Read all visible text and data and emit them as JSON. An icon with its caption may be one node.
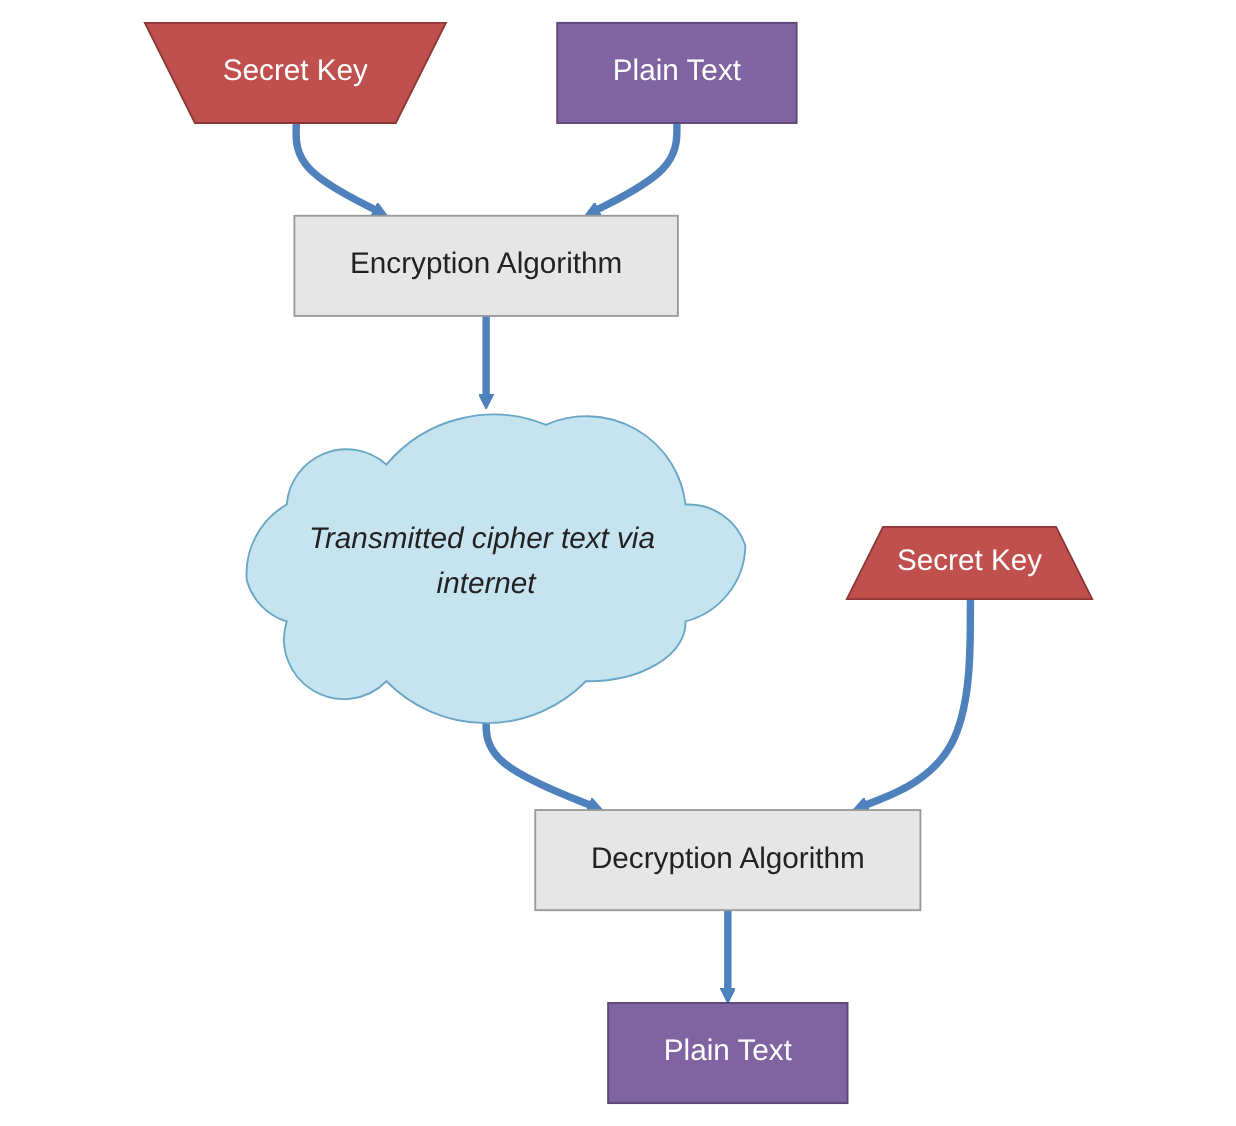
{
  "diagram": {
    "nodes": [
      {
        "text": [
          "Secret Key"
        ]
      },
      {
        "text": [
          "Plain Text"
        ]
      },
      {
        "text": [
          "Encryption Algorithm"
        ]
      },
      {
        "text": [
          "Transmitted cipher text via internet"
        ]
      },
      {
        "text": [
          "Decryption Algorithm"
        ]
      },
      {
        "text": [
          "Plain Text"
        ]
      },
      {
        "text": [
          "Secret Key"
        ]
      }
    ],
    "edges": [
      {
        "from": 0,
        "to": 2,
        "arrow": "to"
      },
      {
        "from": 1,
        "to": 2,
        "arrow": "to"
      },
      {
        "from": 2,
        "to": 3,
        "arrow": "to"
      },
      {
        "from": 3,
        "to": 4,
        "arrow": "to"
      },
      {
        "from": 4,
        "to": 5,
        "arrow": "to"
      },
      {
        "from": 6,
        "to": 4,
        "arrow": "to"
      }
    ]
  }
}
